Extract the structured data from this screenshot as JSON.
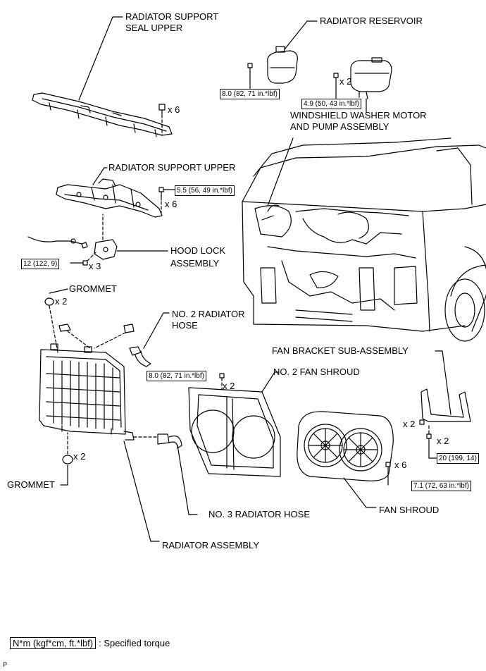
{
  "labels": {
    "seal_upper_1": "RADIATOR SUPPORT",
    "seal_upper_2": "SEAL UPPER",
    "reservoir": "RADIATOR RESERVOIR",
    "washer_1": "WINDSHIELD WASHER MOTOR",
    "washer_2": "AND PUMP ASSEMBLY",
    "support_upper": "RADIATOR SUPPORT UPPER",
    "hood_lock_1": "HOOD LOCK",
    "hood_lock_2": "ASSEMBLY",
    "grommet_top": "GROMMET",
    "grommet_bottom": "GROMMET",
    "no2_hose_1": "NO. 2 RADIATOR",
    "no2_hose_2": "HOSE",
    "fan_bracket": "FAN BRACKET SUB-ASSEMBLY",
    "no2_fan_shroud": "NO. 2 FAN SHROUD",
    "no3_hose": "NO. 3 RADIATOR HOSE",
    "fan_shroud": "FAN SHROUD",
    "radiator_assembly": "RADIATOR ASSEMBLY"
  },
  "torques": {
    "reservoir_bolt": "8.0 (82, 71 in.*lbf)",
    "washer_bolt": "4.9 (50, 43 in.*lbf)",
    "support_upper_bolt": "5.5 (56, 49 in.*lbf)",
    "hood_lock_bolt": "12 (122, 9)",
    "no2_shroud_bolt": "8.0 (82, 71 in.*lbf)",
    "fan_bracket_bolt": "20 (199, 14)",
    "fan_shroud_bolt": "7.1 (72, 63 in.*lbf)"
  },
  "quantities": {
    "seal_clips": "x 6",
    "washer_bolts": "x 2",
    "support_bolts": "x 6",
    "hood_lock_bolts": "x 3",
    "grommet_top": "x 2",
    "no2_shroud_bolts": "x 2",
    "grommet_bottom": "x 2",
    "bracket_nuts": "x 2",
    "bracket_bolts": "x 2",
    "fan_shroud_bolts": "x 6"
  },
  "legend": {
    "unit": "N*m (kgf*cm, ft.*lbf)",
    "meaning": ": Specified torque"
  },
  "corner_mark": "P"
}
